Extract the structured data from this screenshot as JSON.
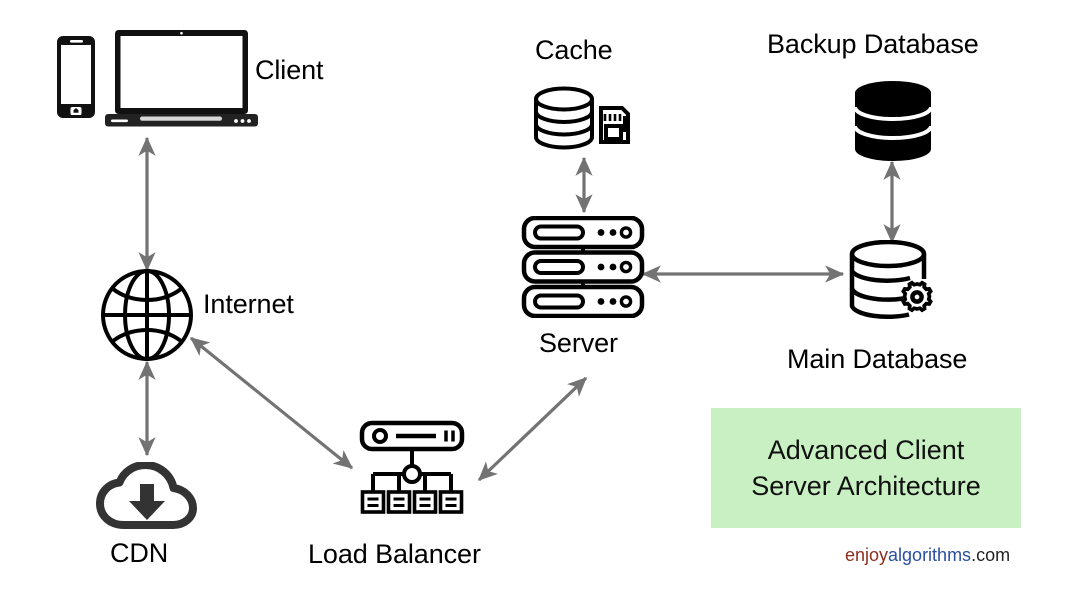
{
  "diagram": {
    "title_card": {
      "line1": "Advanced Client",
      "line2": "Server Architecture",
      "bg_color": "#c9f0c2"
    },
    "watermark": {
      "part1": "enjoy",
      "part2": "algorithms",
      "part3": ".com",
      "color1": "#8b2f1d",
      "color2": "#2b4fa2",
      "color3": "#222222"
    },
    "palette": {
      "stroke": "#000000",
      "arrow": "#737373",
      "cdn_stroke": "#333333",
      "background": "#ffffff"
    },
    "nodes": [
      {
        "id": "client",
        "label": "Client",
        "icon": "client-devices-icon"
      },
      {
        "id": "internet",
        "label": "Internet",
        "icon": "globe-icon"
      },
      {
        "id": "cdn",
        "label": "CDN",
        "icon": "cloud-download-icon"
      },
      {
        "id": "load-balancer",
        "label": "Load Balancer",
        "icon": "load-balancer-icon"
      },
      {
        "id": "cache",
        "label": "Cache",
        "icon": "cache-memory-icon"
      },
      {
        "id": "server",
        "label": "Server",
        "icon": "server-rack-icon"
      },
      {
        "id": "backup-database",
        "label": "Backup Database",
        "icon": "database-solid-icon"
      },
      {
        "id": "main-database",
        "label": "Main Database",
        "icon": "database-gear-icon"
      }
    ],
    "connections": [
      {
        "from": "client",
        "to": "internet",
        "style": "double"
      },
      {
        "from": "internet",
        "to": "cdn",
        "style": "double"
      },
      {
        "from": "internet",
        "to": "load-balancer",
        "style": "double"
      },
      {
        "from": "load-balancer",
        "to": "server",
        "style": "double"
      },
      {
        "from": "cache",
        "to": "server",
        "style": "double"
      },
      {
        "from": "server",
        "to": "main-database",
        "style": "double"
      },
      {
        "from": "main-database",
        "to": "backup-database",
        "style": "double"
      }
    ]
  }
}
